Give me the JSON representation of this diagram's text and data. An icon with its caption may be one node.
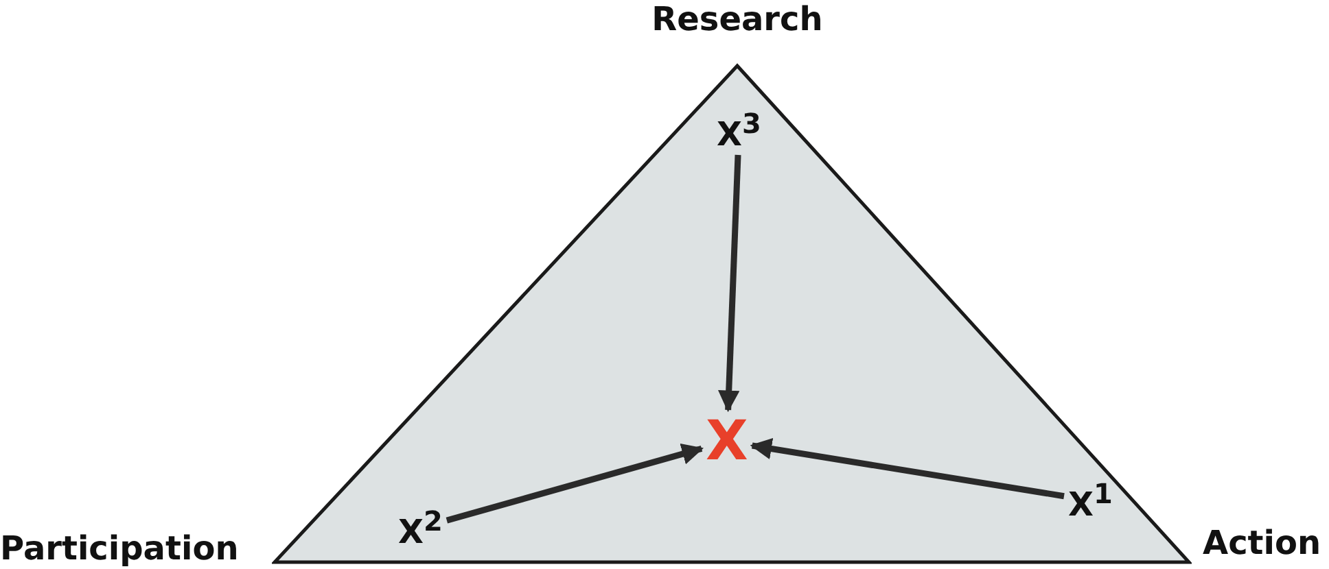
{
  "diagram": {
    "nodes": [
      {
        "text": [],
        "shape": "triangle"
      },
      {
        "text": [
          "X$^{3}$"
        ],
        "in": 0
      },
      {
        "text": [
          "X"
        ],
        "in": 0
      },
      {
        "text": [
          "X$^{2}$"
        ],
        "in": 0
      },
      {
        "text": [
          "X$^{1}$"
        ],
        "in": 0
      }
    ],
    "edges": [
      {
        "from": 1,
        "to": 2,
        "arrow": "to"
      },
      {
        "from": 3,
        "to": 2,
        "arrow": "to"
      },
      {
        "from": 4,
        "to": 2,
        "arrow": "to"
      }
    ],
    "labels": [
      "Research",
      "Participation",
      "Action"
    ]
  }
}
